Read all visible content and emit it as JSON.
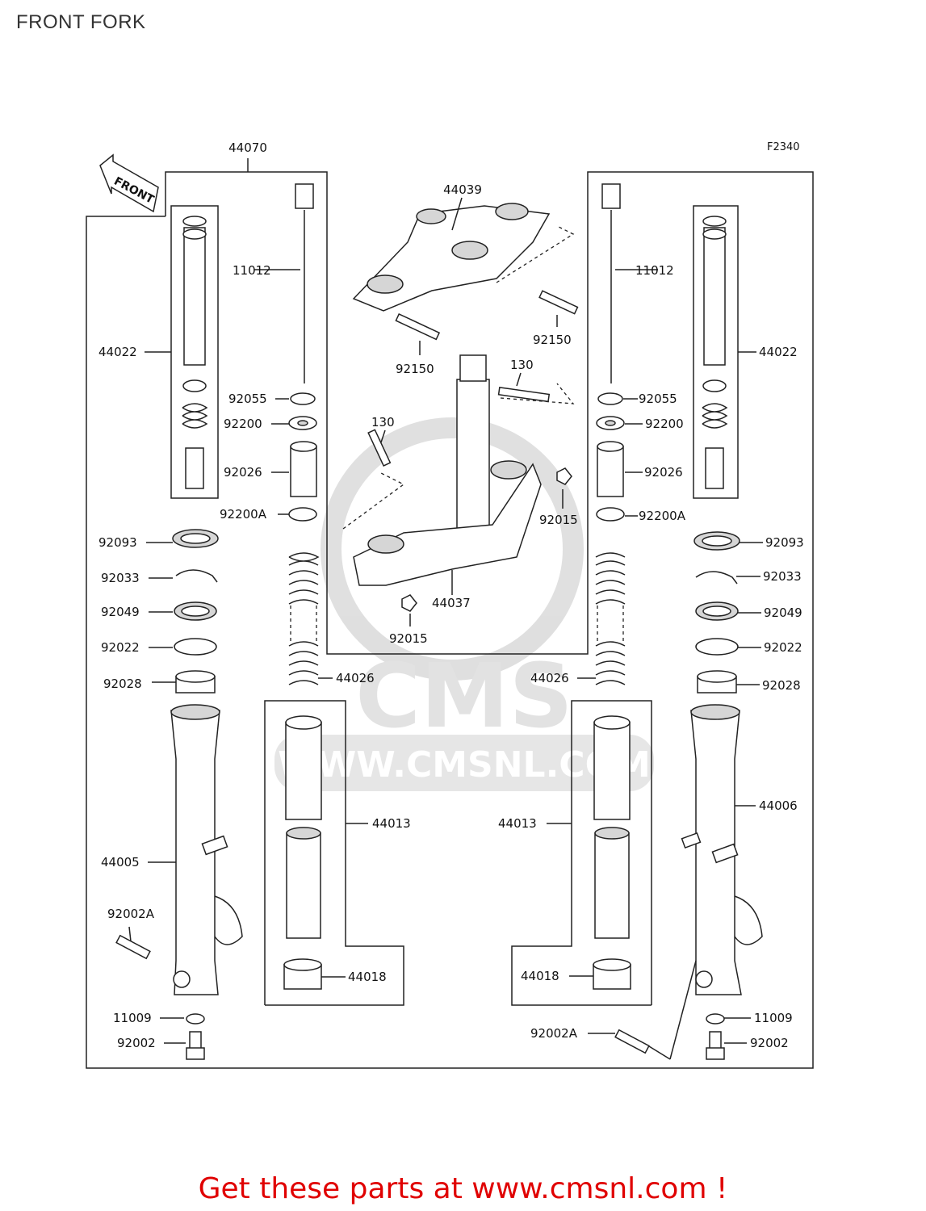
{
  "page": {
    "title": "FRONT FORK"
  },
  "diagram": {
    "ref": "F2340",
    "front_label": "FRONT",
    "watermark": {
      "url": "WWW.CMSNL.COM",
      "logo": "CMS"
    },
    "callouts": {
      "p44070": "44070",
      "p44039": "44039",
      "p11012_l": "11012",
      "p11012_r": "11012",
      "p44022_l": "44022",
      "p44022_r": "44022",
      "p92150_a": "92150",
      "p92150_b": "92150",
      "p130_a": "130",
      "p130_b": "130",
      "p92055_l": "92055",
      "p92055_r": "92055",
      "p92200_l": "92200",
      "p92200_r": "92200",
      "p92026_l": "92026",
      "p92026_r": "92026",
      "p92200A_l": "92200A",
      "p92200A_r": "92200A",
      "p92015_a": "92015",
      "p92015_b": "92015",
      "p92093_l": "92093",
      "p92093_r": "92093",
      "p92033_l": "92033",
      "p92033_r": "92033",
      "p92049_l": "92049",
      "p92049_r": "92049",
      "p92022_l": "92022",
      "p92022_r": "92022",
      "p92028_l": "92028",
      "p92028_r": "92028",
      "p44037": "44037",
      "p44026_l": "44026",
      "p44026_r": "44026",
      "p44013_l": "44013",
      "p44013_r": "44013",
      "p44005": "44005",
      "p44006": "44006",
      "p92002A_l": "92002A",
      "p92002A_r": "92002A",
      "p44018_l": "44018",
      "p44018_r": "44018",
      "p11009_l": "11009",
      "p11009_r": "11009",
      "p92002_l": "92002",
      "p92002_r": "92002"
    }
  },
  "promo": {
    "text": "Get these parts at www.cmsnl.com !",
    "color": "#e00000"
  }
}
